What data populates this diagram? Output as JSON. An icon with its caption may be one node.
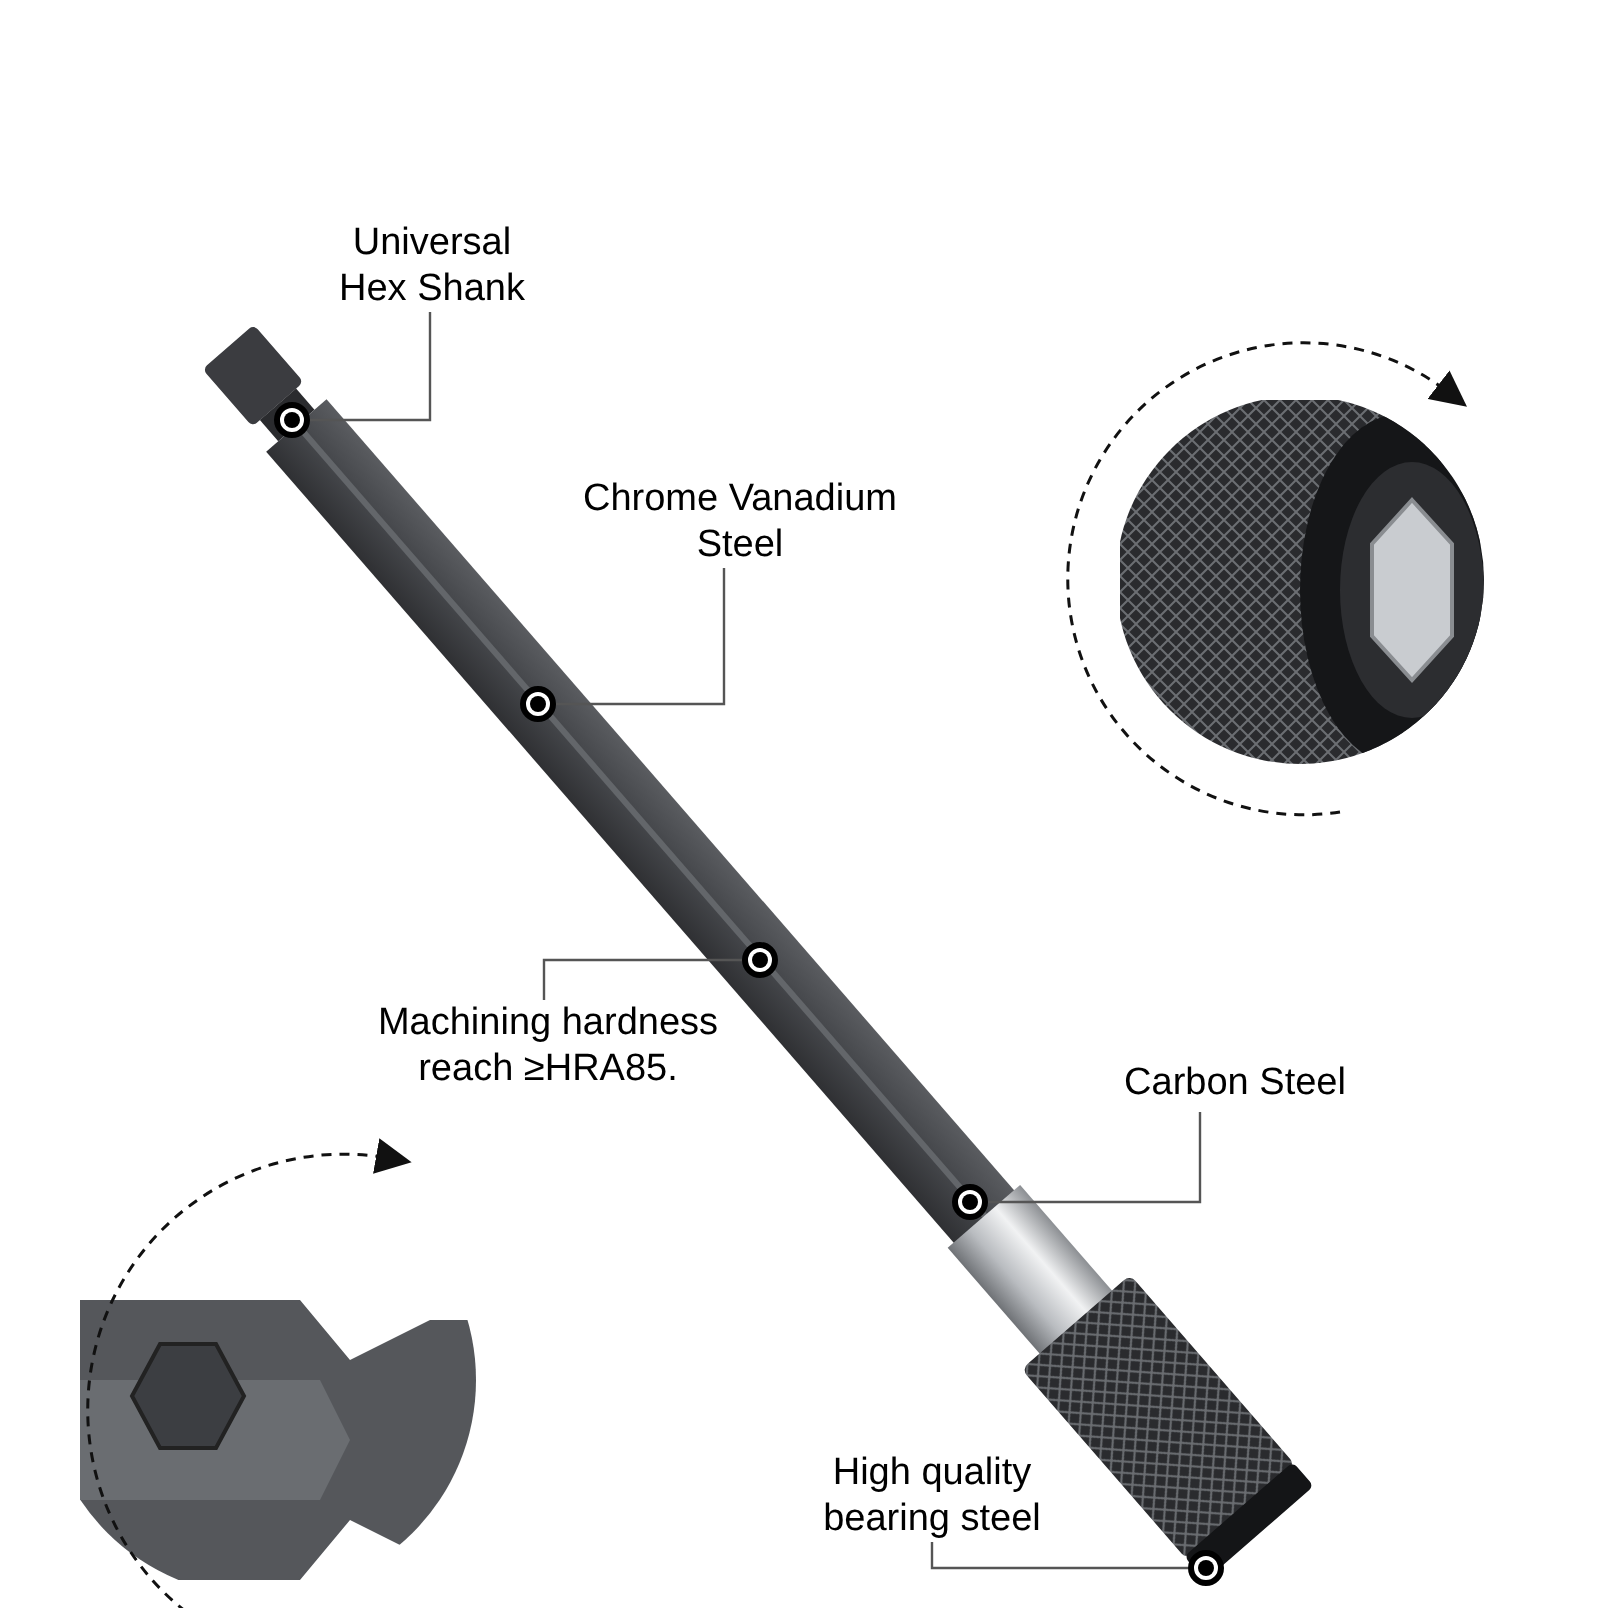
{
  "diagram": {
    "nodes": [
      {
        "text": [
          "Universal Hex Shank"
        ]
      },
      {
        "text": [
          "Chrome Vanadium Steel"
        ]
      },
      {
        "text": [
          "Machining hardness reach ≥HRA85."
        ]
      },
      {
        "text": [
          "Carbon Steel"
        ]
      },
      {
        "text": [
          "High quality bearing steel"
        ]
      },
      {
        "text": [],
        "shape": "circle"
      },
      {
        "text": [],
        "shape": "circle"
      },
      {
        "text": [],
        "shape": "circle"
      },
      {
        "text": [],
        "shape": "circle"
      },
      {
        "text": [],
        "shape": "circle"
      }
    ],
    "edges": [
      {
        "from": 0,
        "to": 5,
        "arrow": "none"
      },
      {
        "from": 1,
        "to": 6,
        "arrow": "none"
      },
      {
        "from": 2,
        "to": 7,
        "arrow": "none"
      },
      {
        "from": 3,
        "to": 8,
        "arrow": "none"
      },
      {
        "from": 4,
        "to": 9,
        "arrow": "none"
      }
    ]
  }
}
